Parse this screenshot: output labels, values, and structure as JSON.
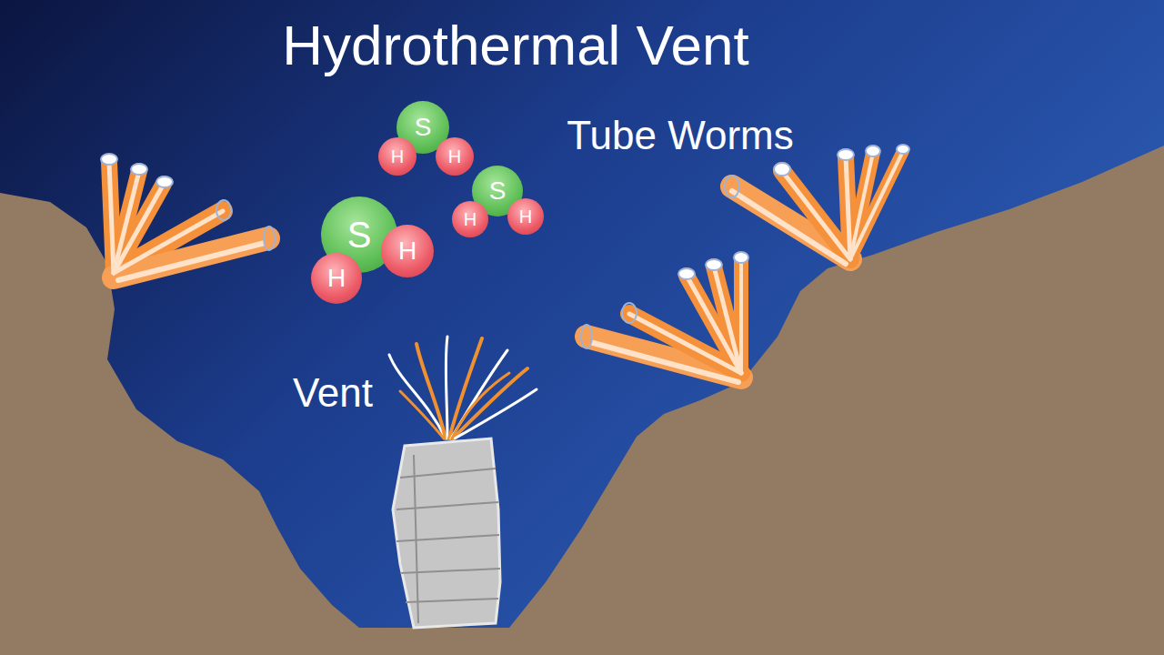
{
  "diagram": {
    "title": "Hydrothermal Vent",
    "nodes": [
      {
        "text": [
          "S"
        ]
      },
      {
        "text": [
          "H"
        ]
      },
      {
        "text": [
          "H"
        ]
      },
      {
        "text": [
          "S"
        ]
      },
      {
        "text": [
          "H"
        ]
      },
      {
        "text": [
          "H"
        ]
      },
      {
        "text": [
          "S"
        ]
      },
      {
        "text": [
          "H"
        ]
      },
      {
        "text": [
          "H"
        ]
      }
    ],
    "labels": [
      "Tube Worms",
      "Vent"
    ]
  }
}
